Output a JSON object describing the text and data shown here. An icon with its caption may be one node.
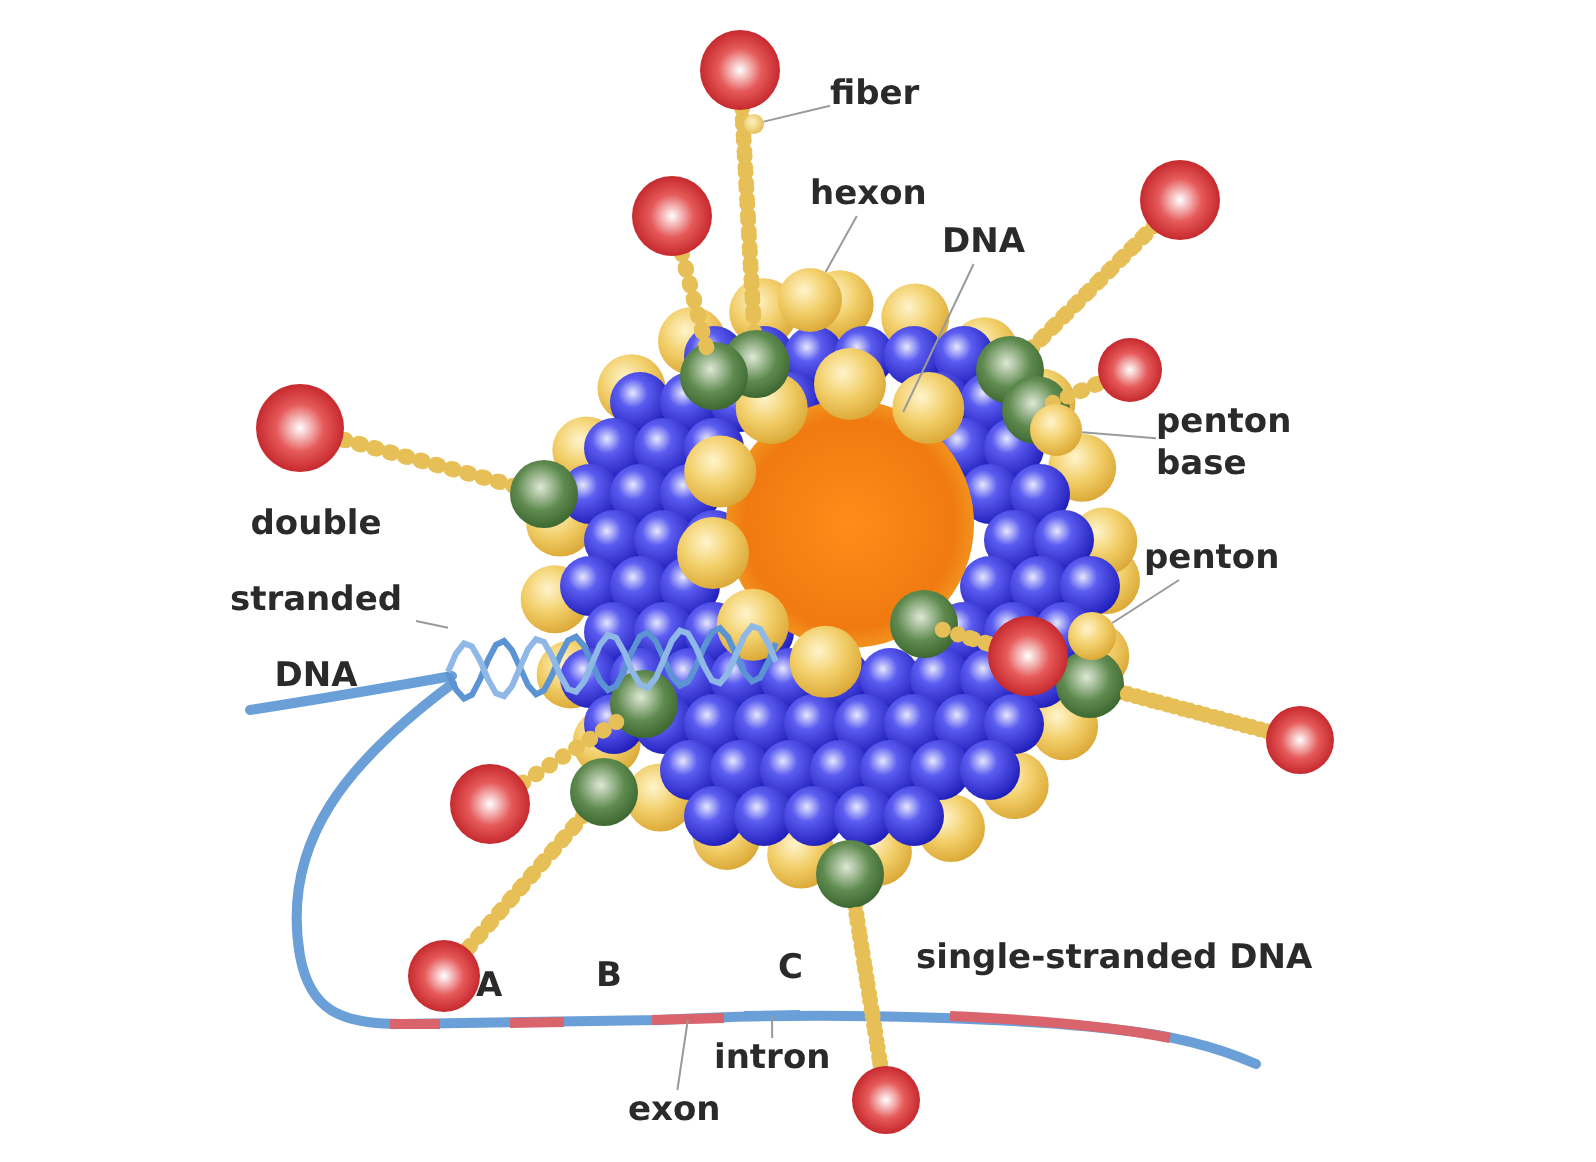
{
  "diagram": {
    "nodes": [
      {
        "text": [
          "fiber"
        ]
      },
      {
        "text": [
          "hexon"
        ]
      },
      {
        "text": [
          "DNA"
        ]
      },
      {
        "text": [
          "penton base"
        ]
      },
      {
        "text": [
          "penton"
        ]
      },
      {
        "text": [
          "double stranded DNA"
        ]
      },
      {
        "text": [
          "exon"
        ]
      },
      {
        "text": [
          "intron"
        ]
      },
      {
        "text": [],
        "shape": "circle"
      },
      {
        "text": [],
        "shape": "circle"
      },
      {
        "text": [],
        "shape": "circle"
      },
      {
        "text": [],
        "shape": "circle"
      },
      {
        "text": [],
        "shape": "circle"
      },
      {
        "text": [],
        "shape": "picture"
      },
      {
        "text": [],
        "shape": "bar"
      },
      {
        "text": [],
        "shape": "bar"
      }
    ],
    "edges": [
      {
        "from": 0,
        "to": 8,
        "arrow": "none"
      },
      {
        "from": 1,
        "to": 9,
        "arrow": "none"
      },
      {
        "from": 2,
        "to": 10,
        "arrow": "none"
      },
      {
        "from": 3,
        "to": 11,
        "arrow": "none"
      },
      {
        "from": 4,
        "to": 12,
        "arrow": "none"
      },
      {
        "from": 5,
        "to": 13,
        "arrow": "none"
      },
      {
        "from": 6,
        "to": 14,
        "arrow": "none"
      },
      {
        "from": 7,
        "to": 15,
        "arrow": "none"
      }
    ],
    "labels": [
      "A",
      "B",
      "C",
      "single-stranded DNA"
    ]
  }
}
